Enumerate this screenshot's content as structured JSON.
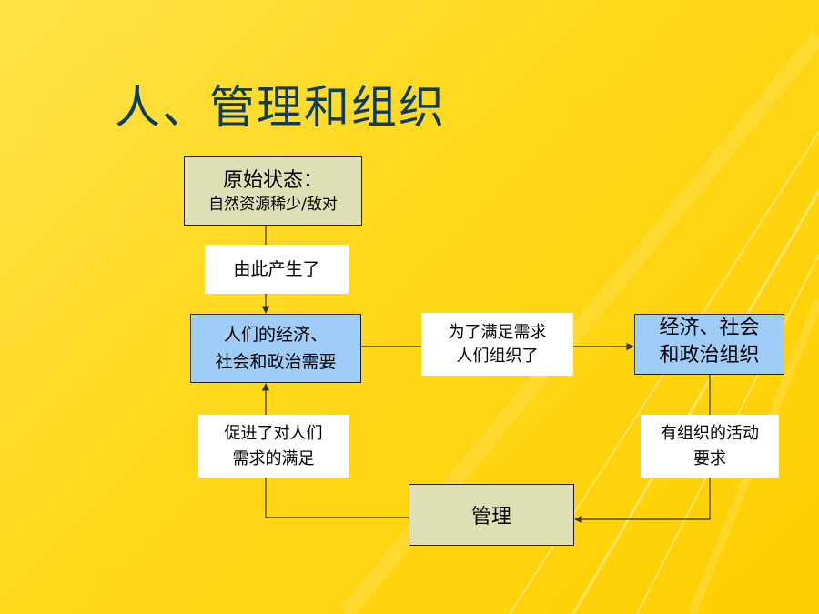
{
  "slide": {
    "title": "人、管理和组织",
    "colors": {
      "background": "#ffd81a",
      "title": "#103c5c",
      "beige_box": "#dedfb4",
      "blue_box": "#9fcdf7"
    }
  },
  "boxes": {
    "origin": {
      "line1": "原始状态：",
      "line2": "自然资源稀少/敌对"
    },
    "needs": {
      "line1": "人们的经济、",
      "line2": "社会和政治需要"
    },
    "organization": {
      "line1": "经济、社会",
      "line2": "和政治组织"
    },
    "management": {
      "label": "管理"
    }
  },
  "edge_labels": {
    "produce": "由此产生了",
    "satisfy": {
      "line1": "为了满足需求",
      "line2": "人们组织了"
    },
    "promote": {
      "line1": "促进了对人们",
      "line2": "需求的满足"
    },
    "activity": {
      "line1": "有组织的活动",
      "line2": "要求"
    }
  }
}
